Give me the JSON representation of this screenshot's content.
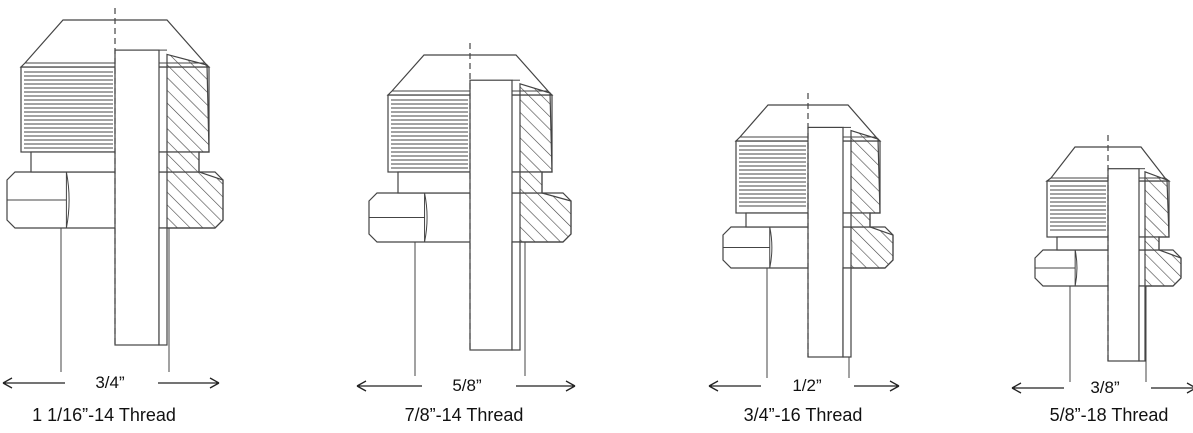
{
  "fittings": [
    {
      "size_label": "3/4”",
      "thread_label": "1 1/16”-14 Thread"
    },
    {
      "size_label": "5/8”",
      "thread_label": "7/8”-14 Thread"
    },
    {
      "size_label": "1/2”",
      "thread_label": "3/4”-16 Thread"
    },
    {
      "size_label": "3/8”",
      "thread_label": "5/8”-18 Thread"
    }
  ],
  "colors": {
    "line": "#444444",
    "text": "#111111",
    "background": "#ffffff"
  }
}
